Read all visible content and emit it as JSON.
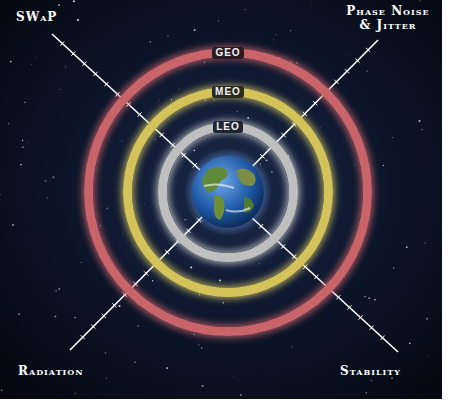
{
  "diagram": {
    "nodes": [
      {
        "text": [
          "GEO"
        ]
      },
      {
        "text": [
          "MEO"
        ],
        "in": 0
      },
      {
        "text": [
          "LEO"
        ],
        "in": 1
      }
    ],
    "labels": [
      "SWaP",
      "Phase Noise & Jitter",
      "Radiation",
      "Stability"
    ]
  }
}
